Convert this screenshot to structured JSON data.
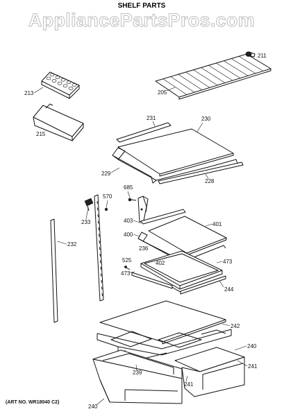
{
  "watermark": "AppliancePartsPros.com",
  "title": "SHELF PARTS",
  "art_number": "(ART NO. WR18040 C2)",
  "callouts": {
    "c211": "211",
    "c205": "205",
    "c213": "213",
    "c215": "215",
    "c231": "231",
    "c230": "230",
    "c229": "229",
    "c228": "228",
    "c685": "685",
    "c570": "570",
    "c233": "233",
    "c403": "403",
    "c401": "401",
    "c232": "232",
    "c400": "400",
    "c236": "236",
    "c525": "525",
    "c402": "402",
    "c473a": "473",
    "c473b": "473",
    "c244": "244",
    "c242": "242",
    "c240a": "240",
    "c241a": "241",
    "c239": "239",
    "c241b": "241",
    "c240b": "240"
  }
}
